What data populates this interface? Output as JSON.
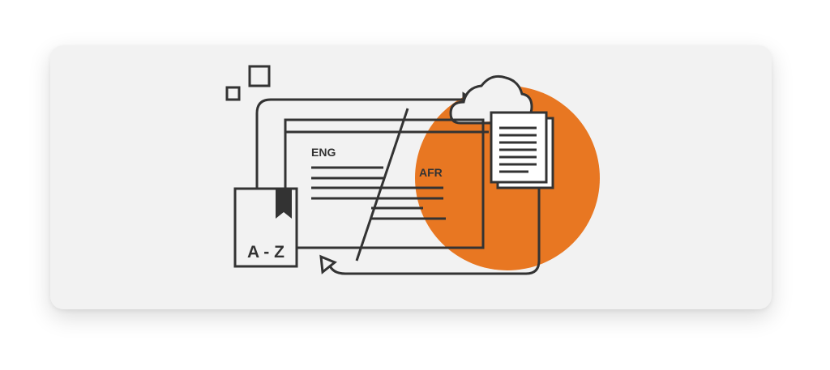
{
  "illustration": {
    "source_language": "ENG",
    "target_language": "AFR",
    "dictionary_label": "A - Z",
    "colors": {
      "accent": "#e87722",
      "ink": "#333333",
      "card": "#f2f2f2",
      "paper": "#ffffff"
    }
  }
}
